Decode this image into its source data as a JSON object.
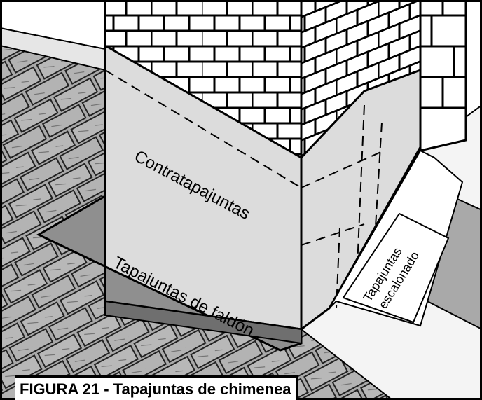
{
  "figure": {
    "caption": "FIGURA 21 - Tapajuntas de chimenea",
    "labels": {
      "counter_flashing": "Contratapajuntas",
      "apron_flashing": "Tapajuntas de faldón",
      "step_flashing_line1": "Tapajuntas",
      "step_flashing_line2": "escalonado"
    }
  },
  "colors": {
    "outline": "#000000",
    "roof_shingle": "#a9a9a9",
    "counter_flashing": "#dcdcdc",
    "apron_flashing": "#8f8f8f",
    "brick": "#ffffff",
    "background": "#ffffff"
  }
}
